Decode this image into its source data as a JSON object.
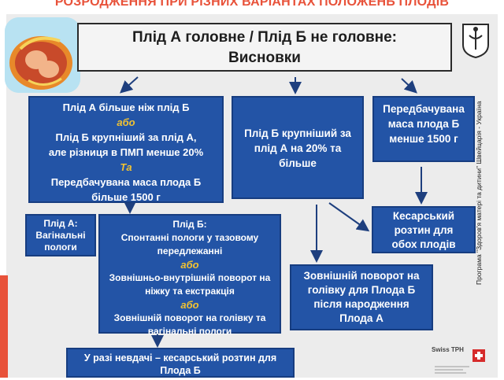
{
  "page": {
    "heading": "РОЗРОДЖЕННЯ ПРИ РІЗНИХ ВАРІАНТАХ  ПОЛОЖЕНЬ ПЛОДІВ"
  },
  "title": {
    "line1": "Плід А головне / Плід Б не головне:",
    "line2": "Висновки"
  },
  "boxes": {
    "b1": {
      "l1": "Плід А більше ніж плід Б",
      "l2": "або",
      "l3": "Плід Б крупніший за плід А,",
      "l4": "але різниця в ПМП менше 20%",
      "l5": "Та",
      "l6": "Передбачувана маса плода Б",
      "l7": "більше 1500 г"
    },
    "b2": {
      "l1": "Плід Б крупніший за",
      "l2": "плід А на 20% та",
      "l3": "більше"
    },
    "b3": {
      "l1": "Передбачувана",
      "l2": "маса плода Б",
      "l3": "менше 1500 г"
    },
    "b4": {
      "l1": "Плід А:",
      "l2": "Вагінальні",
      "l3": "пологи"
    },
    "b5": {
      "l1": "Плід Б:",
      "l2": "Спонтанні пологи у тазовому",
      "l3": "передлежанні",
      "l4": "або",
      "l5": "Зовнішньо-внутрішній поворот на",
      "l6": "ніжку та екстракція",
      "l7": "або",
      "l8": "Зовнішній поворот на голівку та",
      "l9": "вагінальні пологи"
    },
    "b6": {
      "l1": "Кесарський",
      "l2": "розтин для",
      "l3": "обох плодів"
    },
    "b7": {
      "l1": "Зовнішній поворот на",
      "l2": "голівку для Плода Б",
      "l3": "після народження",
      "l4": "Плода А"
    },
    "b8": {
      "l1": "У разі невдачі – кесарський розтин для",
      "l2": "Плода Б"
    }
  },
  "side_text": "Програма \"Здоров'я матері та дитини\" Швейцарія - Україна",
  "logo_text": "Swiss TPH",
  "colors": {
    "box_fill": "#2354a6",
    "box_border": "#173d80",
    "heading": "#e8523a",
    "accent_italic": "#f1c232"
  },
  "icons": {
    "fetus_illustration": "twin-fetus-image",
    "emblem": "ministry-emblem",
    "logo": "swiss-tph-logo"
  }
}
